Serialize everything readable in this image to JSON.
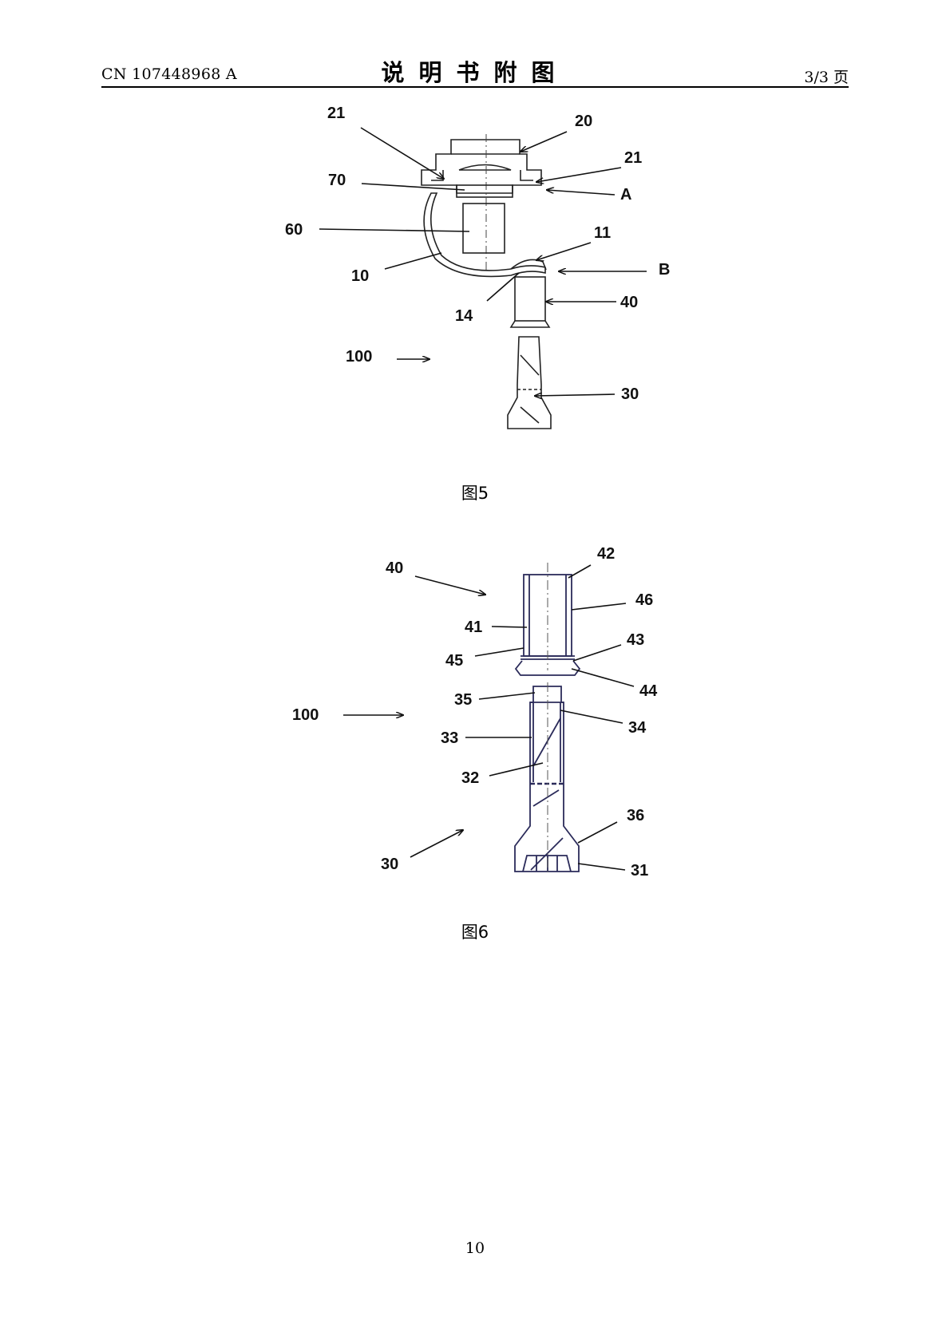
{
  "header": {
    "doc_number": "CN 107448968 A",
    "title": "说明书附图",
    "page_of": "3/3 页"
  },
  "figure5": {
    "caption": "图5",
    "labels": {
      "l21a": "21",
      "l20": "20",
      "l21b": "21",
      "l70": "70",
      "lA": "A",
      "l60": "60",
      "l11": "11",
      "l10": "10",
      "lB": "B",
      "l40": "40",
      "l14": "14",
      "l100": "100",
      "l30": "30"
    }
  },
  "figure6": {
    "caption": "图6",
    "labels": {
      "l40": "40",
      "l42": "42",
      "l46": "46",
      "l41": "41",
      "l43": "43",
      "l45": "45",
      "l44": "44",
      "l35": "35",
      "l100": "100",
      "l34": "34",
      "l33": "33",
      "l32": "32",
      "l36": "36",
      "l30": "30",
      "l31": "31"
    }
  },
  "footer": {
    "page_number": "10"
  }
}
